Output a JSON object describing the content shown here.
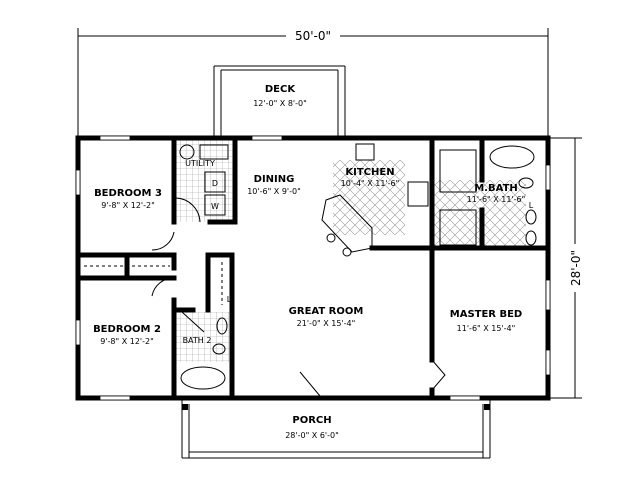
{
  "overall": {
    "width": "50'-0\"",
    "depth": "28'-0\""
  },
  "rooms": {
    "deck": {
      "name": "DECK",
      "size": "12'-0\" X 8'-0\""
    },
    "utility": {
      "name": "UTILITY",
      "dryer": "D",
      "washer": "W"
    },
    "bedroom3": {
      "name": "BEDROOM 3",
      "size": "9'-8\" X 12'-2\""
    },
    "dining": {
      "name": "DINING",
      "size": "10'-6\" X 9'-0\""
    },
    "kitchen": {
      "name": "KITCHEN",
      "size": "10'-4\" X 11'-6\""
    },
    "mbath": {
      "name": "M.BATH",
      "size": "11'-6\" X 11'-6\"",
      "linen": "L"
    },
    "bedroom2": {
      "name": "BEDROOM 2",
      "size": "9'-8\" X 12'-2\""
    },
    "bath2": {
      "name": "BATH 2",
      "linen": "L"
    },
    "great_room": {
      "name": "GREAT ROOM",
      "size": "21'-0\" X 15'-4\""
    },
    "master_bed": {
      "name": "MASTER BED",
      "size": "11'-6\" X 15'-4\""
    },
    "porch": {
      "name": "PORCH",
      "size": "28'-0\" X 6'-0\""
    }
  }
}
